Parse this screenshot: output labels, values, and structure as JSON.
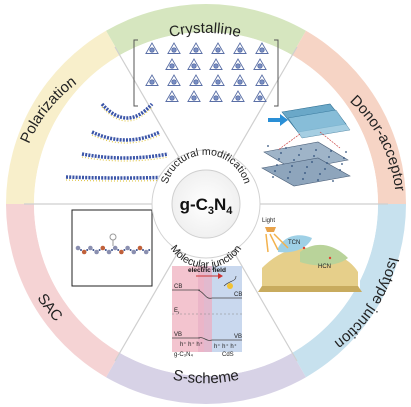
{
  "center": {
    "main": "g-C",
    "sub1": "3",
    "mid": "N",
    "sub2": "4",
    "upper_arc": "Structural modification",
    "lower_arc": "Molecular junction"
  },
  "sectors": [
    {
      "label": "Crystalline",
      "color": "#d6e6bf"
    },
    {
      "label": "Donor-acceptor",
      "color": "#f6d4c5"
    },
    {
      "label": "Isotype junction",
      "color": "#c7e1ee"
    },
    {
      "label": "S-scheme",
      "color": "#d7d2e6"
    },
    {
      "label": "SAC",
      "color": "#f5d3d4"
    },
    {
      "label": "Polarization",
      "color": "#f8efcb"
    }
  ],
  "isotype_panel": {
    "light": "Light",
    "tcn": "TCN",
    "hcn": "HCN"
  },
  "sscheme_panel": {
    "title": "electric field",
    "cb": "CB",
    "vb": "VB",
    "ef": "E",
    "ef_sub": "f",
    "left_material": "g-C₃N₄",
    "right_material": "CdS",
    "holes": "h⁺ h⁺ h⁺"
  }
}
